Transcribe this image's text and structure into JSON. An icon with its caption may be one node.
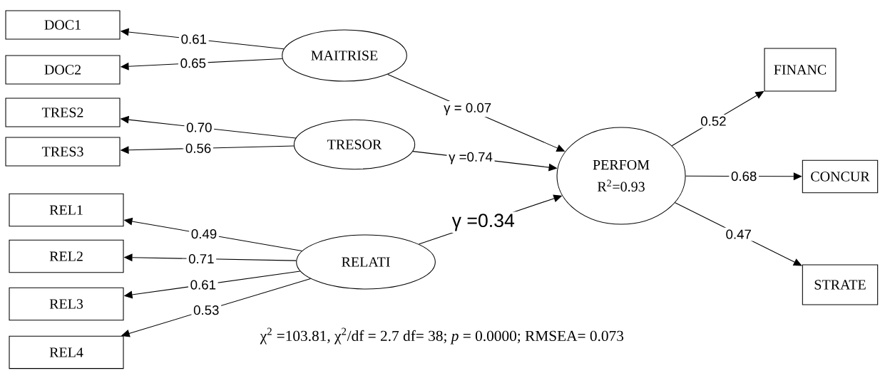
{
  "diagram": {
    "nodes": [
      {
        "text": [
          "DOC1"
        ]
      },
      {
        "text": [
          "DOC2"
        ]
      },
      {
        "text": [
          "TRES2"
        ]
      },
      {
        "text": [
          "TRES3"
        ]
      },
      {
        "text": [
          "REL1"
        ]
      },
      {
        "text": [
          "REL2"
        ]
      },
      {
        "text": [
          "REL3"
        ]
      },
      {
        "text": [
          "REL4"
        ]
      },
      {
        "text": [
          "MAITRISE"
        ]
      },
      {
        "text": [
          "TRESOR"
        ]
      },
      {
        "text": [
          "RELATI"
        ]
      },
      {
        "text": [
          "PERFOM",
          "R$^{2}$=0.93"
        ]
      },
      {
        "text": [
          "FINANC"
        ]
      },
      {
        "text": [
          "CONCUR"
        ]
      },
      {
        "text": [
          "STRATE"
        ]
      }
    ],
    "edges": [
      {
        "from": 8,
        "to": 0,
        "arrow": "to",
        "label": "0.61"
      },
      {
        "from": 8,
        "to": 1,
        "arrow": "to",
        "label": "0.65"
      },
      {
        "from": 9,
        "to": 2,
        "arrow": "to",
        "label": "0.70"
      },
      {
        "from": 9,
        "to": 3,
        "arrow": "to",
        "label": "0.56"
      },
      {
        "from": 10,
        "to": 4,
        "arrow": "to",
        "label": "0.49"
      },
      {
        "from": 10,
        "to": 5,
        "arrow": "to",
        "label": "0.71"
      },
      {
        "from": 10,
        "to": 6,
        "arrow": "to",
        "label": "0.61"
      },
      {
        "from": 10,
        "to": 7,
        "arrow": "to",
        "label": "0.53"
      },
      {
        "from": 8,
        "to": 11,
        "arrow": "to",
        "label": "γ = 0.07"
      },
      {
        "from": 9,
        "to": 11,
        "arrow": "to",
        "label": "γ =0.74"
      },
      {
        "from": 10,
        "to": 11,
        "arrow": "to",
        "label": "γ =0.34"
      },
      {
        "from": 11,
        "to": 12,
        "arrow": "to",
        "label": "0.52"
      },
      {
        "from": 11,
        "to": 13,
        "arrow": "to",
        "label": "0.68"
      },
      {
        "from": 11,
        "to": 14,
        "arrow": "to",
        "label": "0.47"
      }
    ],
    "labels": [
      "χ$^{2}$ =103.81, χ$^{2}$/df = 2.7  df= 38; *p* = 0.0000; RMSEA= 0.073"
    ]
  }
}
